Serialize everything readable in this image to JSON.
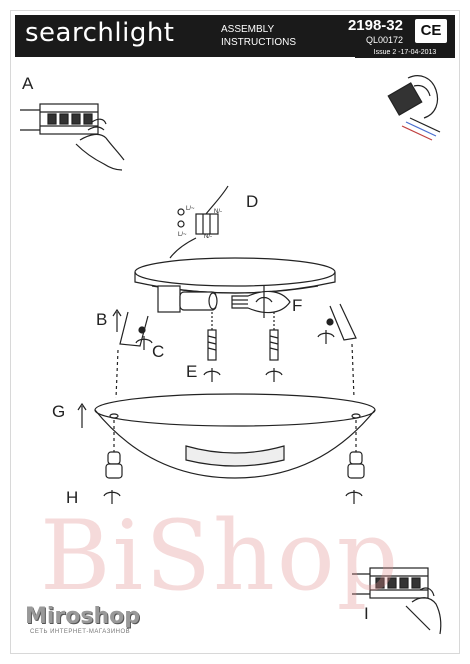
{
  "header": {
    "brand": "searchlight",
    "assembly_line1": "ASSEMBLY",
    "assembly_line2": "INSTRUCTIONS",
    "product_code": "2198-32",
    "ql_code": "QL00172",
    "ce_mark": "CE",
    "issue": "Issue 2 -17-04-2013"
  },
  "labels": {
    "A": "A",
    "B": "B",
    "C": "C",
    "D": "D",
    "E": "E",
    "F": "F",
    "G": "G",
    "H": "H",
    "I": "I"
  },
  "terminal_labels": {
    "l_top": "L/~",
    "n_top": "N/-",
    "l_bottom": "L/~",
    "n_bottom": "N/-"
  },
  "watermark": {
    "text": "BiShop",
    "logo": "Miroshop",
    "logo_sub": "СЕТЬ ИНТЕРНЕТ-МАГАЗИНОВ"
  }
}
